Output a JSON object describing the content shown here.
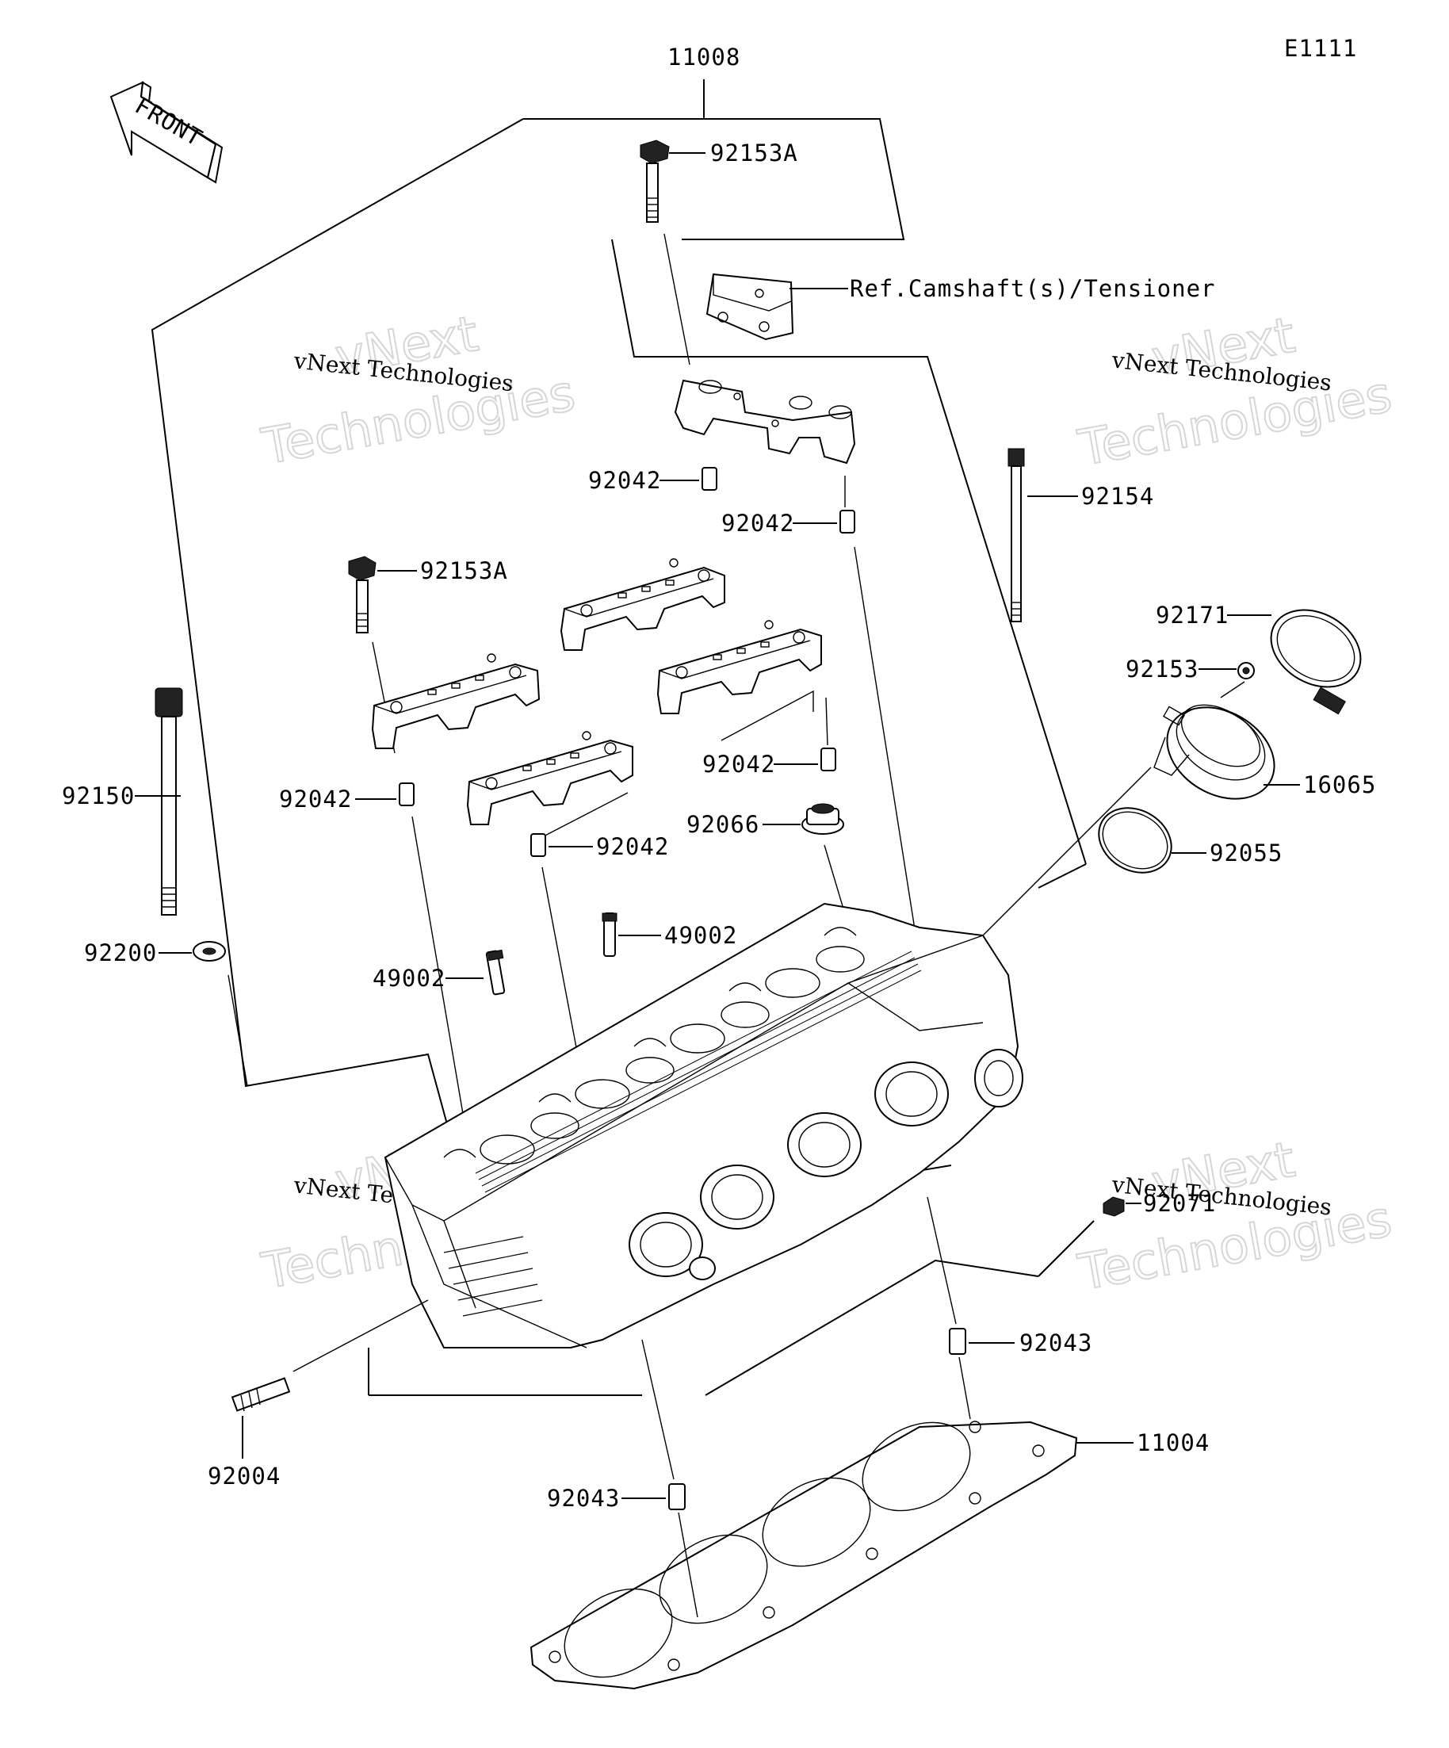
{
  "diagram_code": "E1111",
  "front_marker": "FRONT",
  "reference_note": "Ref.Camshaft(s)/Tensioner",
  "watermarks": [
    {
      "big_line1": "vNext",
      "big_line2": "Technologies",
      "small": "vNext Technologies"
    },
    {
      "big_line1": "vNext",
      "big_line2": "Technologies",
      "small": "vNext Technologies"
    },
    {
      "big_line1": "vNext",
      "big_line2": "Technologies",
      "small": "vNext Technologies"
    },
    {
      "big_line1": "vNext",
      "big_line2": "Technologies",
      "small": "vNext Technologies"
    }
  ],
  "part_labels": {
    "p11008": "11008",
    "p92153A_top": "92153A",
    "p92042_a": "92042",
    "p92042_b": "92042",
    "p92154": "92154",
    "p92153A_left": "92153A",
    "p92171": "92171",
    "p92153": "92153",
    "p16065": "16065",
    "p92150": "92150",
    "p92042_c": "92042",
    "p92042_d": "92042",
    "p92066": "92066",
    "p92055": "92055",
    "p92042_e": "92042",
    "p49002_a": "49002",
    "p92200": "92200",
    "p49002_b": "49002",
    "p92071": "92071",
    "p92043_a": "92043",
    "p11004": "11004",
    "p92004": "92004",
    "p92043_b": "92043"
  },
  "colors": {
    "line": "#000000",
    "watermark": "#d6d6d6",
    "background": "#ffffff"
  }
}
